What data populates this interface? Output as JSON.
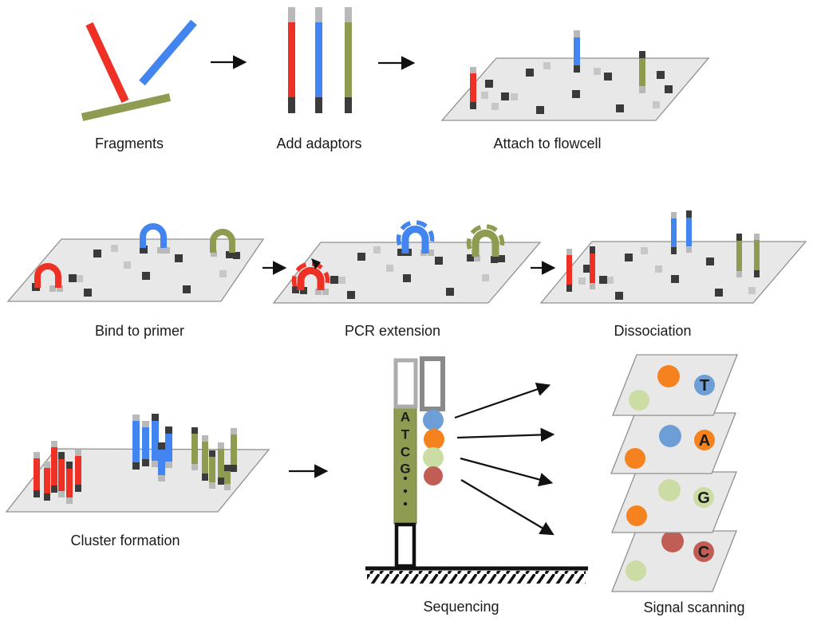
{
  "colors": {
    "strand_red": "#ee3124",
    "strand_blue": "#4285f0",
    "strand_olive": "#8d9c50",
    "cap_grey": "#b9b9b9",
    "cap_dark": "#3b3b3b",
    "surface_fill": "#e8e8e8",
    "surface_border": "#909090",
    "nucleotide_blue": "#6d9ed6",
    "nucleotide_orange": "#f5821e",
    "nucleotide_green": "#cbdca4",
    "nucleotide_brick": "#c05d55"
  },
  "panels": {
    "fragments": {
      "label": "Fragments"
    },
    "add_adaptors": {
      "label": "Add adaptors"
    },
    "attach_to_flowcell": {
      "label": "Attach to flowcell"
    },
    "bind_to_primer": {
      "label": "Bind to primer"
    },
    "pcr_extension": {
      "label": "PCR extension"
    },
    "dissociation": {
      "label": "Dissociation"
    },
    "cluster_formation": {
      "label": "Cluster formation"
    },
    "sequencing": {
      "label": "Sequencing",
      "template_bases": [
        "A",
        "T",
        "C",
        "G"
      ]
    },
    "signal_scanning": {
      "label": "Signal scanning",
      "scans": [
        {
          "base": "T"
        },
        {
          "base": "A"
        },
        {
          "base": "G"
        },
        {
          "base": "C"
        }
      ]
    }
  }
}
